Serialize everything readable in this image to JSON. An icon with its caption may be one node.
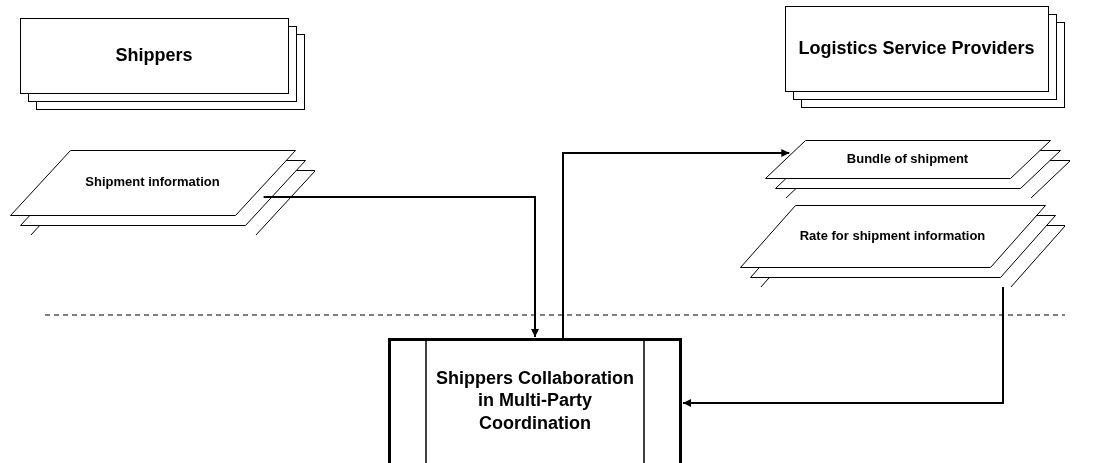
{
  "diagram": {
    "nodes": [
      {
        "text": [
          "Shippers"
        ]
      },
      {
        "text": [
          "Logistics Service Providers"
        ]
      },
      {
        "text": [
          "Shipment information"
        ]
      },
      {
        "text": [
          "Bundle of shipment"
        ]
      },
      {
        "text": [
          "Rate for shipment information"
        ]
      },
      {
        "text": [
          "Shippers Collaboration in Multi-Party Coordination"
        ]
      }
    ],
    "edges": [
      {
        "from": 2,
        "to": 5,
        "arrow": "to"
      },
      {
        "from": 5,
        "to": 3,
        "arrow": "to"
      },
      {
        "from": 4,
        "to": 5,
        "arrow": "to"
      }
    ]
  }
}
